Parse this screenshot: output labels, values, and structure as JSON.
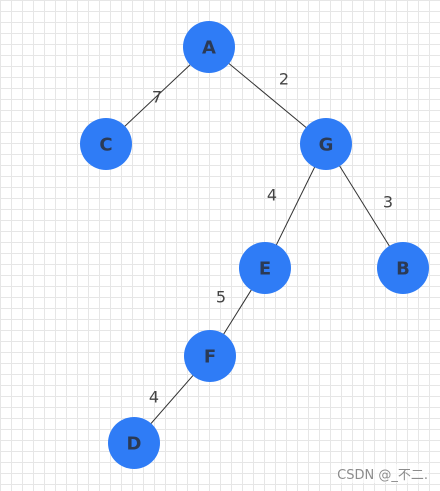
{
  "diagram": {
    "node_color": "#2f7cf6",
    "nodes": [
      {
        "id": "A",
        "label": "A"
      },
      {
        "id": "C",
        "label": "C"
      },
      {
        "id": "G",
        "label": "G"
      },
      {
        "id": "E",
        "label": "E"
      },
      {
        "id": "B",
        "label": "B"
      },
      {
        "id": "F",
        "label": "F"
      },
      {
        "id": "D",
        "label": "D"
      }
    ],
    "edges": [
      {
        "from": "A",
        "to": "C",
        "weight": "7"
      },
      {
        "from": "A",
        "to": "G",
        "weight": "2"
      },
      {
        "from": "G",
        "to": "E",
        "weight": "4"
      },
      {
        "from": "G",
        "to": "B",
        "weight": "3"
      },
      {
        "from": "E",
        "to": "F",
        "weight": "5"
      },
      {
        "from": "F",
        "to": "D",
        "weight": "4"
      }
    ]
  },
  "watermark": "CSDN @_不二."
}
